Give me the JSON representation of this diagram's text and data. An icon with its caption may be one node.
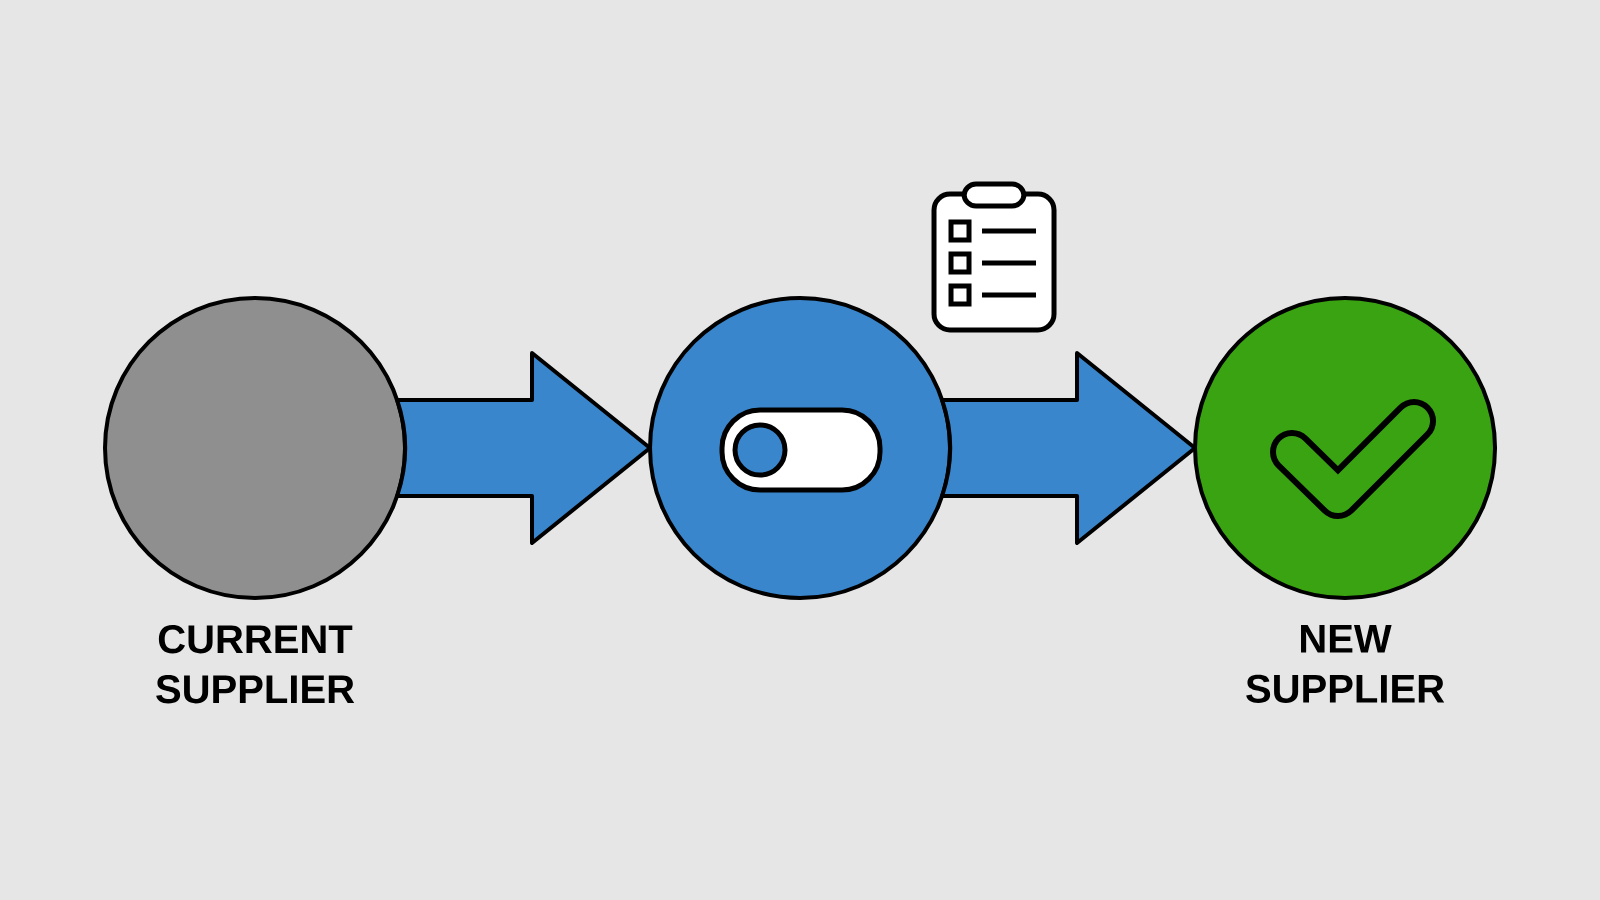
{
  "diagram": {
    "nodes": [
      {
        "text": [
          "CURRENT SUPPLIER"
        ]
      },
      {
        "text": [],
        "shape": "circle"
      },
      {
        "text": [
          "NEW SUPPLIER"
        ]
      }
    ],
    "edges": [
      {
        "from": 0,
        "to": 1,
        "arrow": "to"
      },
      {
        "from": 1,
        "to": 2,
        "arrow": "to"
      }
    ]
  }
}
